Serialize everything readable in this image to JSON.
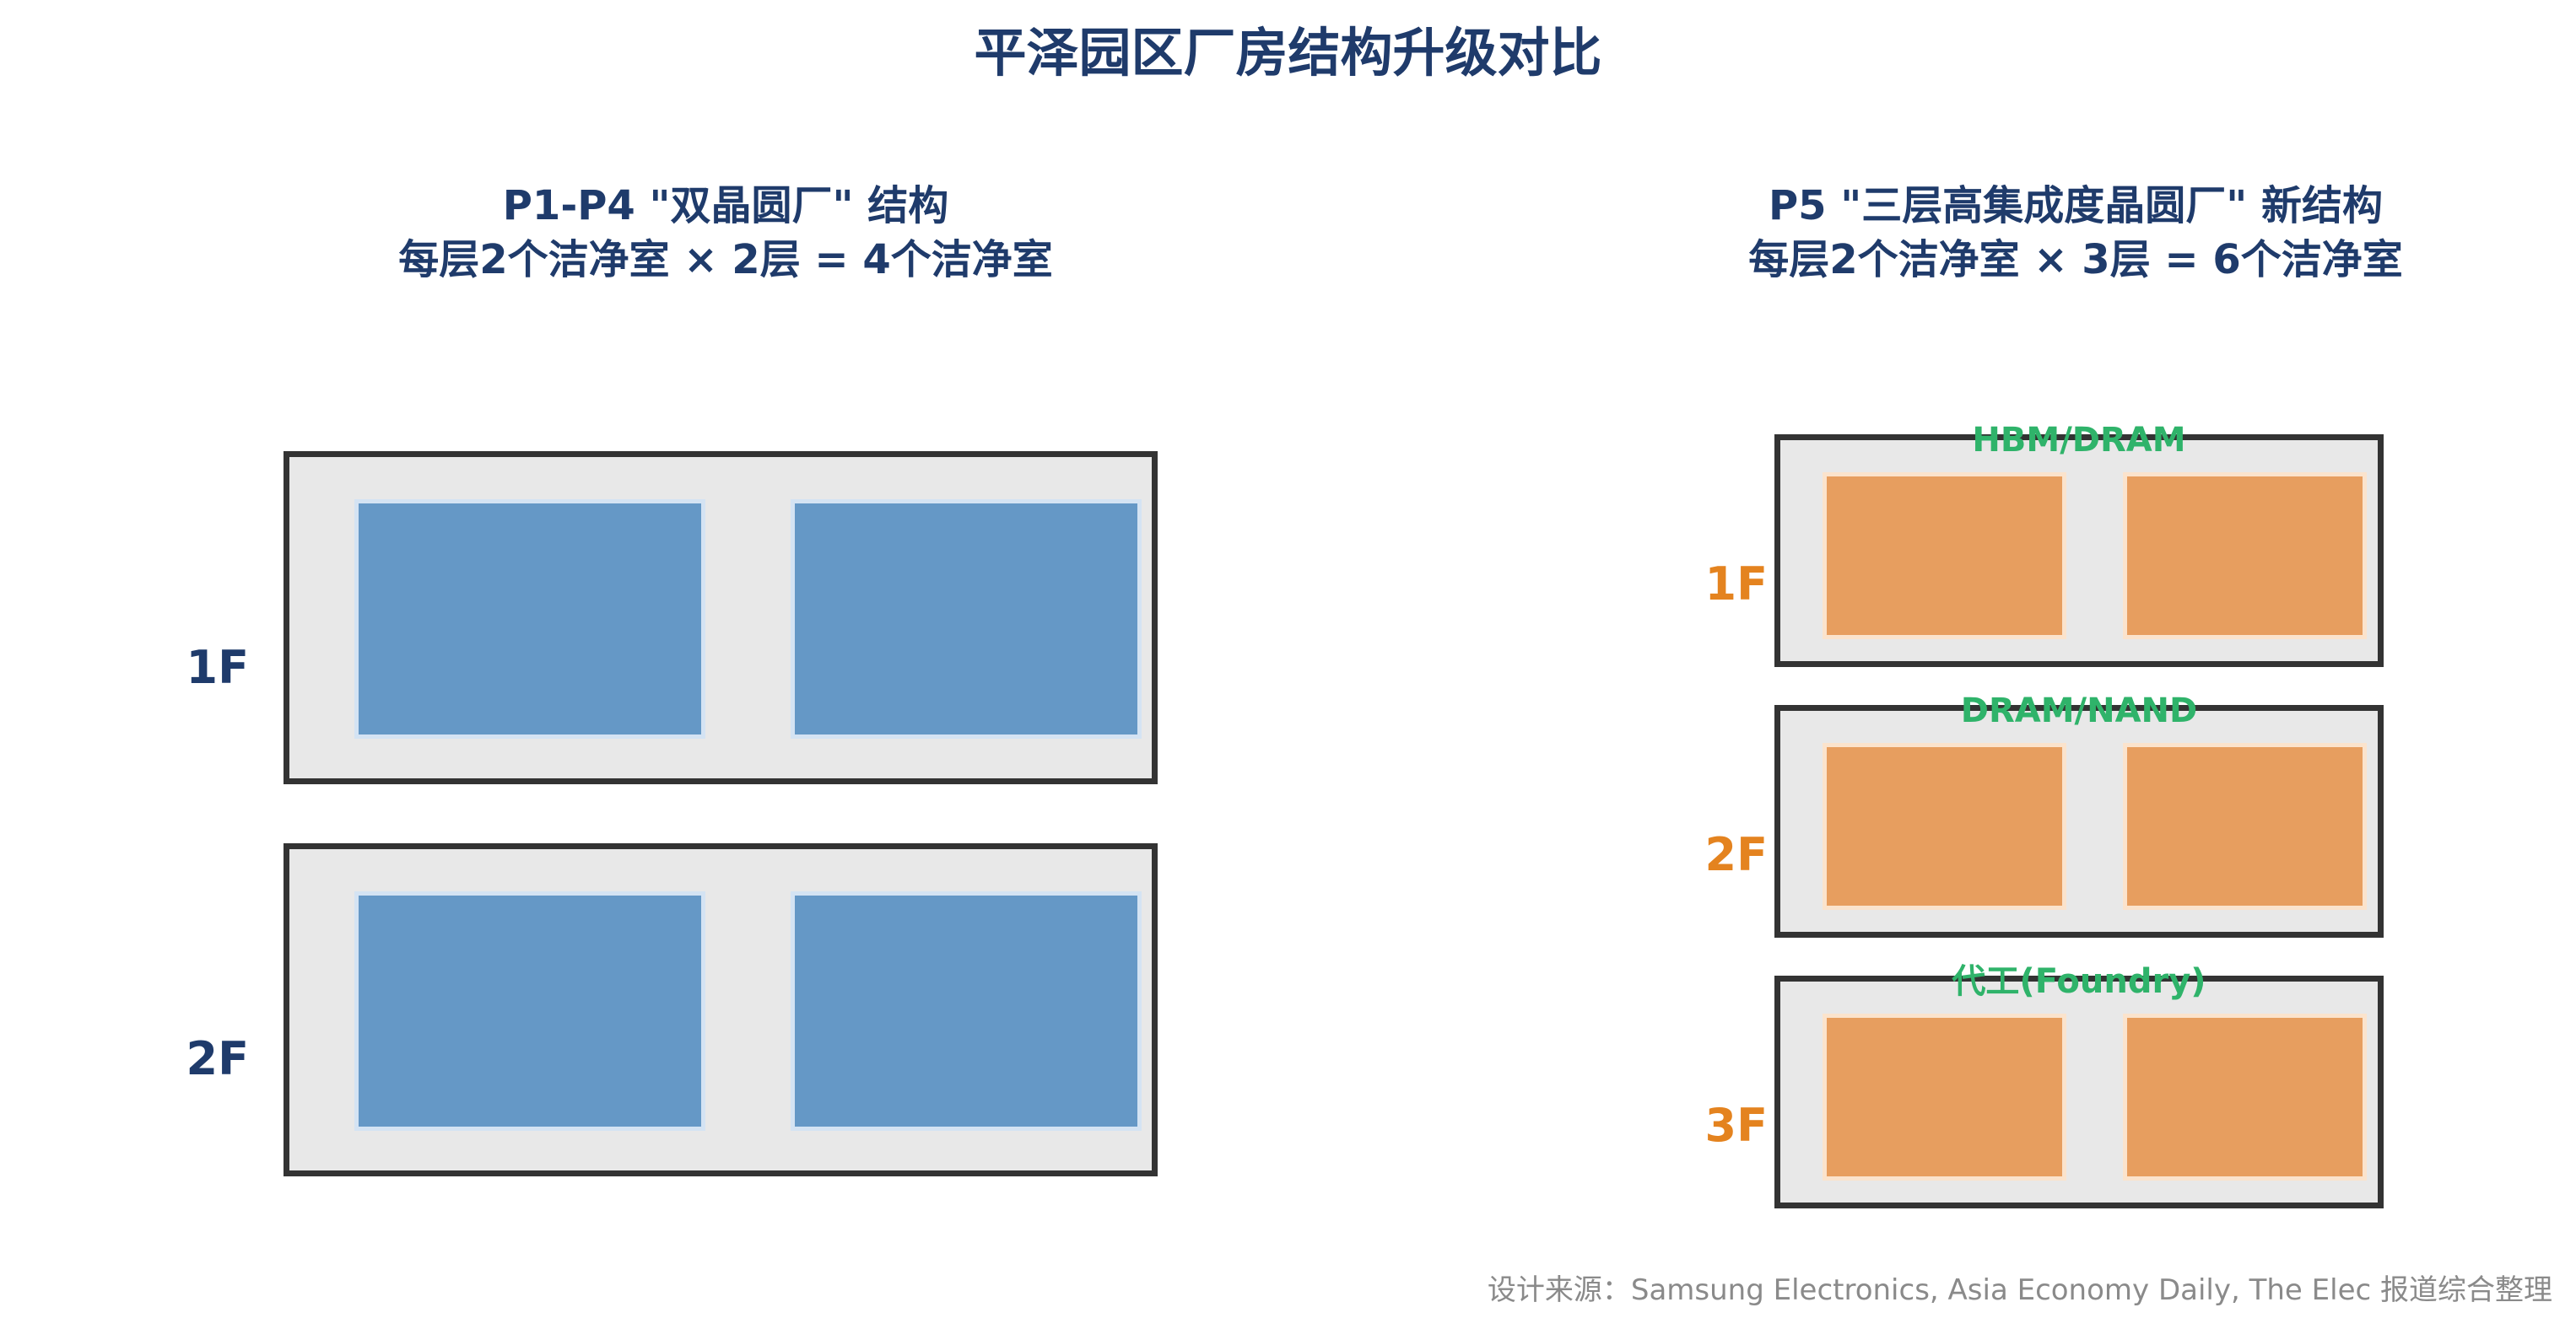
{
  "title": "平泽园区厂房结构升级对比",
  "left": {
    "heading": "P1-P4 \"双晶圆厂\" 结构",
    "summary": "每层2个洁净室 × 2层 = 4个洁净室",
    "floors": [
      {
        "label": "1F",
        "rooms": 2
      },
      {
        "label": "2F",
        "rooms": 2
      }
    ]
  },
  "right": {
    "heading": "P5 \"三层高集成度晶圆厂\" 新结构",
    "summary": "每层2个洁净室 × 3层 = 6个洁净室",
    "floors": [
      {
        "label": "1F",
        "tag": "HBM/DRAM",
        "rooms": 2
      },
      {
        "label": "2F",
        "tag": "DRAM/NAND",
        "rooms": 2
      },
      {
        "label": "3F",
        "tag": "代工(Foundry)",
        "rooms": 2
      }
    ]
  },
  "colors": {
    "title": "#1f3b6b",
    "left_room": "#6598c6",
    "right_room": "#e79e5f",
    "right_floor_label": "#e4831f",
    "floor_tag": "#2fb36a",
    "building_fill": "#e8e8e8",
    "building_border": "#333333"
  },
  "source": "设计来源：Samsung Electronics, Asia Economy Daily, The Elec 报道综合整理"
}
